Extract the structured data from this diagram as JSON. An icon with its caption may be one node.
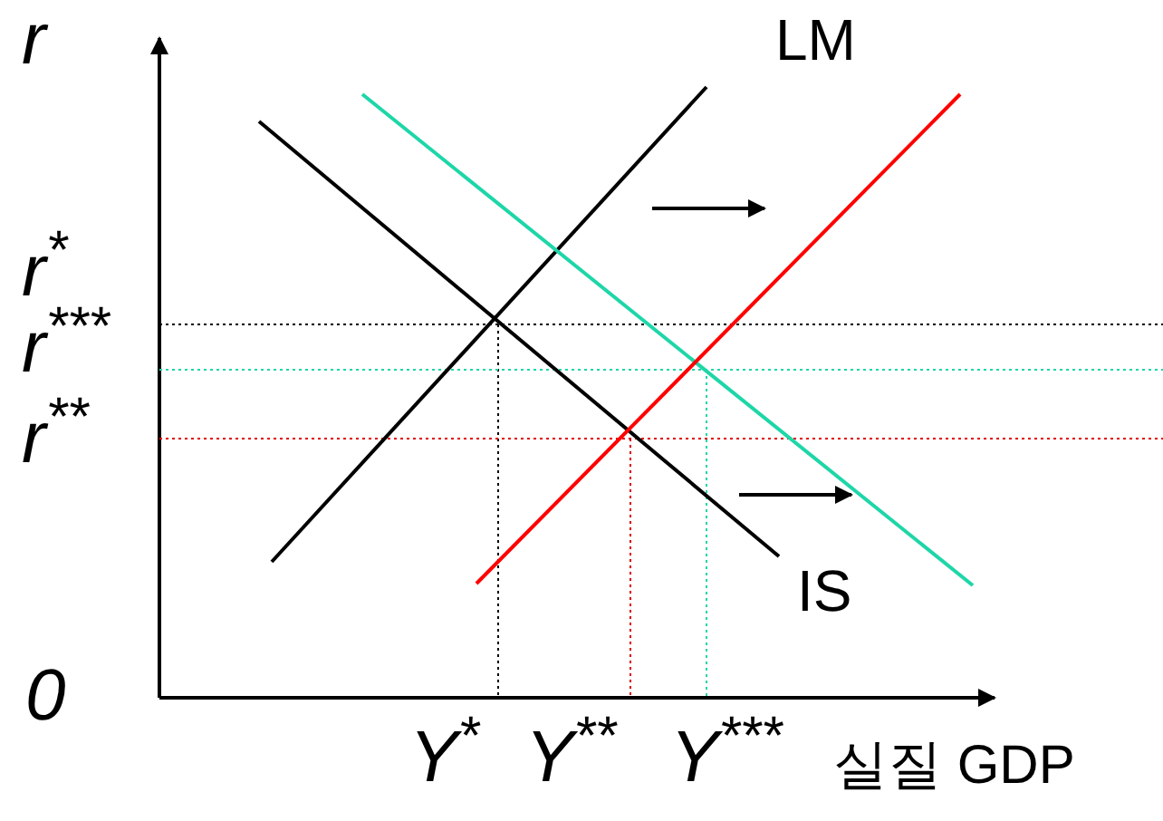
{
  "diagram": {
    "labels": [
      "r",
      "LM",
      "r$^{*}$",
      "r$^{***}$",
      "r$^{**}$",
      "IS",
      "0",
      "Y$^{*}$",
      "Y$^{**}$",
      "Y$^{***}$",
      "실질 GDP"
    ]
  }
}
